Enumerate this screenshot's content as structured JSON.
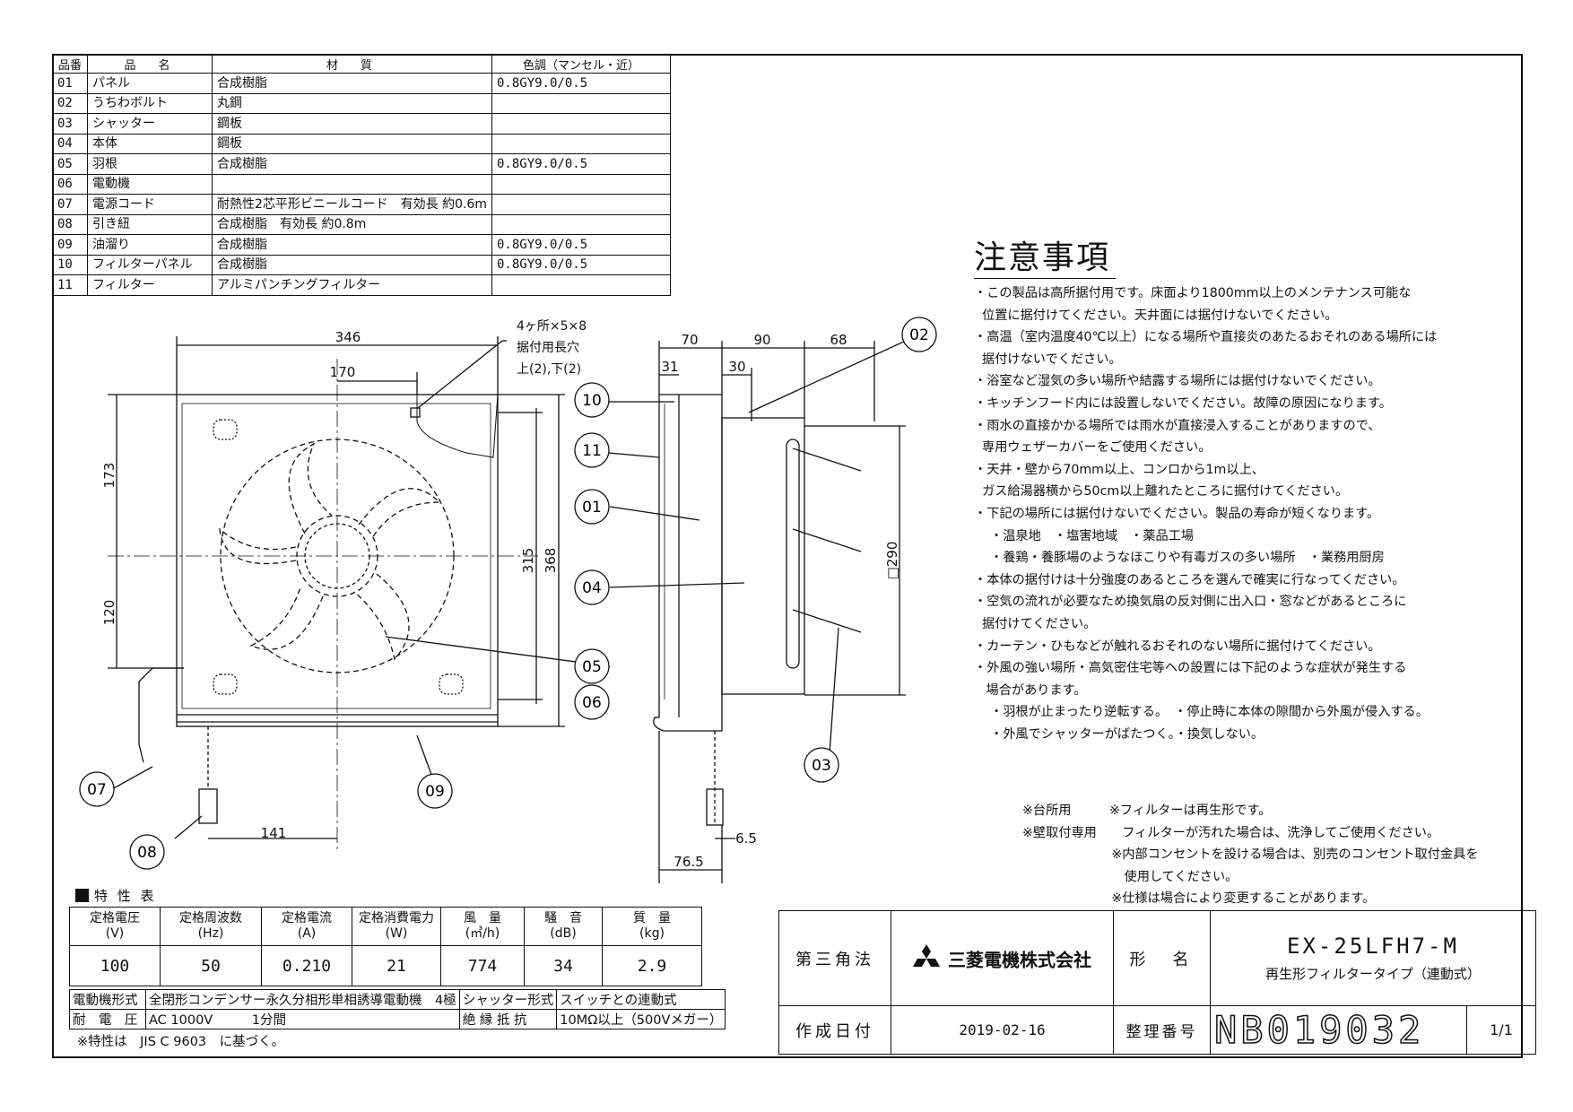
{
  "parts_table": {
    "headers": [
      "品番",
      "品　名",
      "材　質",
      "色調（マンセル・近）"
    ],
    "rows": [
      {
        "no": "01",
        "name": "パネル",
        "material": "合成樹脂",
        "color": "0.8GY9.0/0.5"
      },
      {
        "no": "02",
        "name": "うちわボルト",
        "material": "丸鋼",
        "color": ""
      },
      {
        "no": "03",
        "name": "シャッター",
        "material": "鋼板",
        "color": ""
      },
      {
        "no": "04",
        "name": "本体",
        "material": "鋼板",
        "color": ""
      },
      {
        "no": "05",
        "name": "羽根",
        "material": "合成樹脂",
        "color": "0.8GY9.0/0.5"
      },
      {
        "no": "06",
        "name": "電動機",
        "material": "",
        "color": ""
      },
      {
        "no": "07",
        "name": "電源コード",
        "material": "耐熱性2芯平形ビニールコード　有効長 約0.6m",
        "color": ""
      },
      {
        "no": "08",
        "name": "引き紐",
        "material": "合成樹脂　有効長 約0.8m",
        "color": ""
      },
      {
        "no": "09",
        "name": "油溜り",
        "material": "合成樹脂",
        "color": "0.8GY9.0/0.5"
      },
      {
        "no": "10",
        "name": "フィルターパネル",
        "material": "合成樹脂",
        "color": "0.8GY9.0/0.5"
      },
      {
        "no": "11",
        "name": "フィルター",
        "material": "アルミパンチングフィルター",
        "color": ""
      }
    ]
  },
  "drawing": {
    "front": {
      "dim_width": "346",
      "dim_half": "170",
      "dim_top": "173",
      "dim_bottom": "120",
      "dim_inner": "315",
      "dim_outer": "368",
      "dim_cord": "141",
      "hole_note_1": "4ヶ所×5×8",
      "hole_note_2": "据付用長穴",
      "hole_note_3": "上(2),下(2)"
    },
    "side": {
      "dim_70": "70",
      "dim_90": "90",
      "dim_68": "68",
      "dim_31": "31",
      "dim_30": "30",
      "dim_290": "□290",
      "dim_65": "6.5",
      "dim_765": "76.5"
    },
    "callouts": [
      "01",
      "02",
      "03",
      "04",
      "05",
      "06",
      "07",
      "08",
      "09",
      "10",
      "11"
    ]
  },
  "notes": {
    "title": "注意事項",
    "lines": [
      "・この製品は高所据付用です。床面より1800mm以上のメンテナンス可能な",
      "  位置に据付けてください。天井面には据付けないでください。",
      "・高温（室内温度40℃以上）になる場所や直接炎のあたるおそれのある場所には",
      "  据付けないでください。",
      "・浴室など湿気の多い場所や結露する場所には据付けないでください。",
      "・キッチンフード内には設置しないでください。故障の原因になります。",
      "・雨水の直接かかる場所では雨水が直接浸入することがありますので、",
      "  専用ウェザーカバーをご使用ください。",
      "・天井・壁から70mm以上、コンロから1m以上、",
      "  ガス給湯器横から50cm以上離れたところに据付けてください。",
      "・下記の場所には据付けないでください。製品の寿命が短くなります。",
      "    ・温泉地　・塩害地域　・薬品工場",
      "    ・養鶏・養豚場のようなほこりや有毒ガスの多い場所　・業務用厨房",
      "・本体の据付けは十分強度のあるところを選んで確実に行なってください。",
      "・空気の流れが必要なため換気扇の反対側に出入口・窓などがあるところに",
      "  据付けてください。",
      "・カーテン・ひもなどが触れるおそれのない場所に据付けてください。",
      "・外風の強い場所・高気密住宅等への設置には下記のような症状が発生する",
      "   場合があります。",
      "    ・羽根が止まったり逆転する。　・停止時に本体の隙間から外風が侵入する。",
      "    ・外風でシャッターがばたつく。・換気しない。"
    ]
  },
  "remarks": [
    "※台所用　　　※フィルターは再生形です。",
    "※壁取付専用　　フィルターが汚れた場合は、洗浄してご使用ください。",
    "　　　　　　　※内部コンセントを設ける場合は、別売のコンセント取付金具を",
    "　　　　　　　　使用してください。",
    "　　　　　　　※仕様は場合により変更することがあります。"
  ],
  "spec": {
    "title": "特 性 表",
    "headers": [
      {
        "label": "定格電圧",
        "unit": "(V)"
      },
      {
        "label": "定格周波数",
        "unit": "(Hz)"
      },
      {
        "label": "定格電流",
        "unit": "(A)"
      },
      {
        "label": "定格消費電力",
        "unit": "(W)"
      },
      {
        "label": "風　量",
        "unit": "(㎥/h)"
      },
      {
        "label": "騒　音",
        "unit": "(dB)"
      },
      {
        "label": "質　量",
        "unit": "(kg)"
      }
    ],
    "values": [
      "100",
      "50",
      "0.210",
      "21",
      "774",
      "34",
      "2.9"
    ],
    "motor_label": "電動機形式",
    "motor_value": "全閉形コンデンサー永久分相形単相誘導電動機　4極",
    "shutter_label": "シャッター形式",
    "shutter_value": "スイッチとの連動式",
    "withstand_label": "耐　電　圧",
    "withstand_value": "AC 1000V　　　1分間",
    "insulation_label": "絶 縁 抵 抗",
    "insulation_value": "10MΩ以上（500Vメガー）",
    "note": "※特性は　JIS C 9603　に基づく。"
  },
  "title_block": {
    "projection": "第三角法",
    "company": "三菱電機株式会社",
    "model_label": "形　名",
    "model": "EX-25LFH7-M",
    "subtitle": "再生形フィルタータイプ（連動式）",
    "date_label": "作成日付",
    "date": "2019-02-16",
    "number_label": "整理番号",
    "number": "NB019032",
    "sheet": "1/1"
  }
}
